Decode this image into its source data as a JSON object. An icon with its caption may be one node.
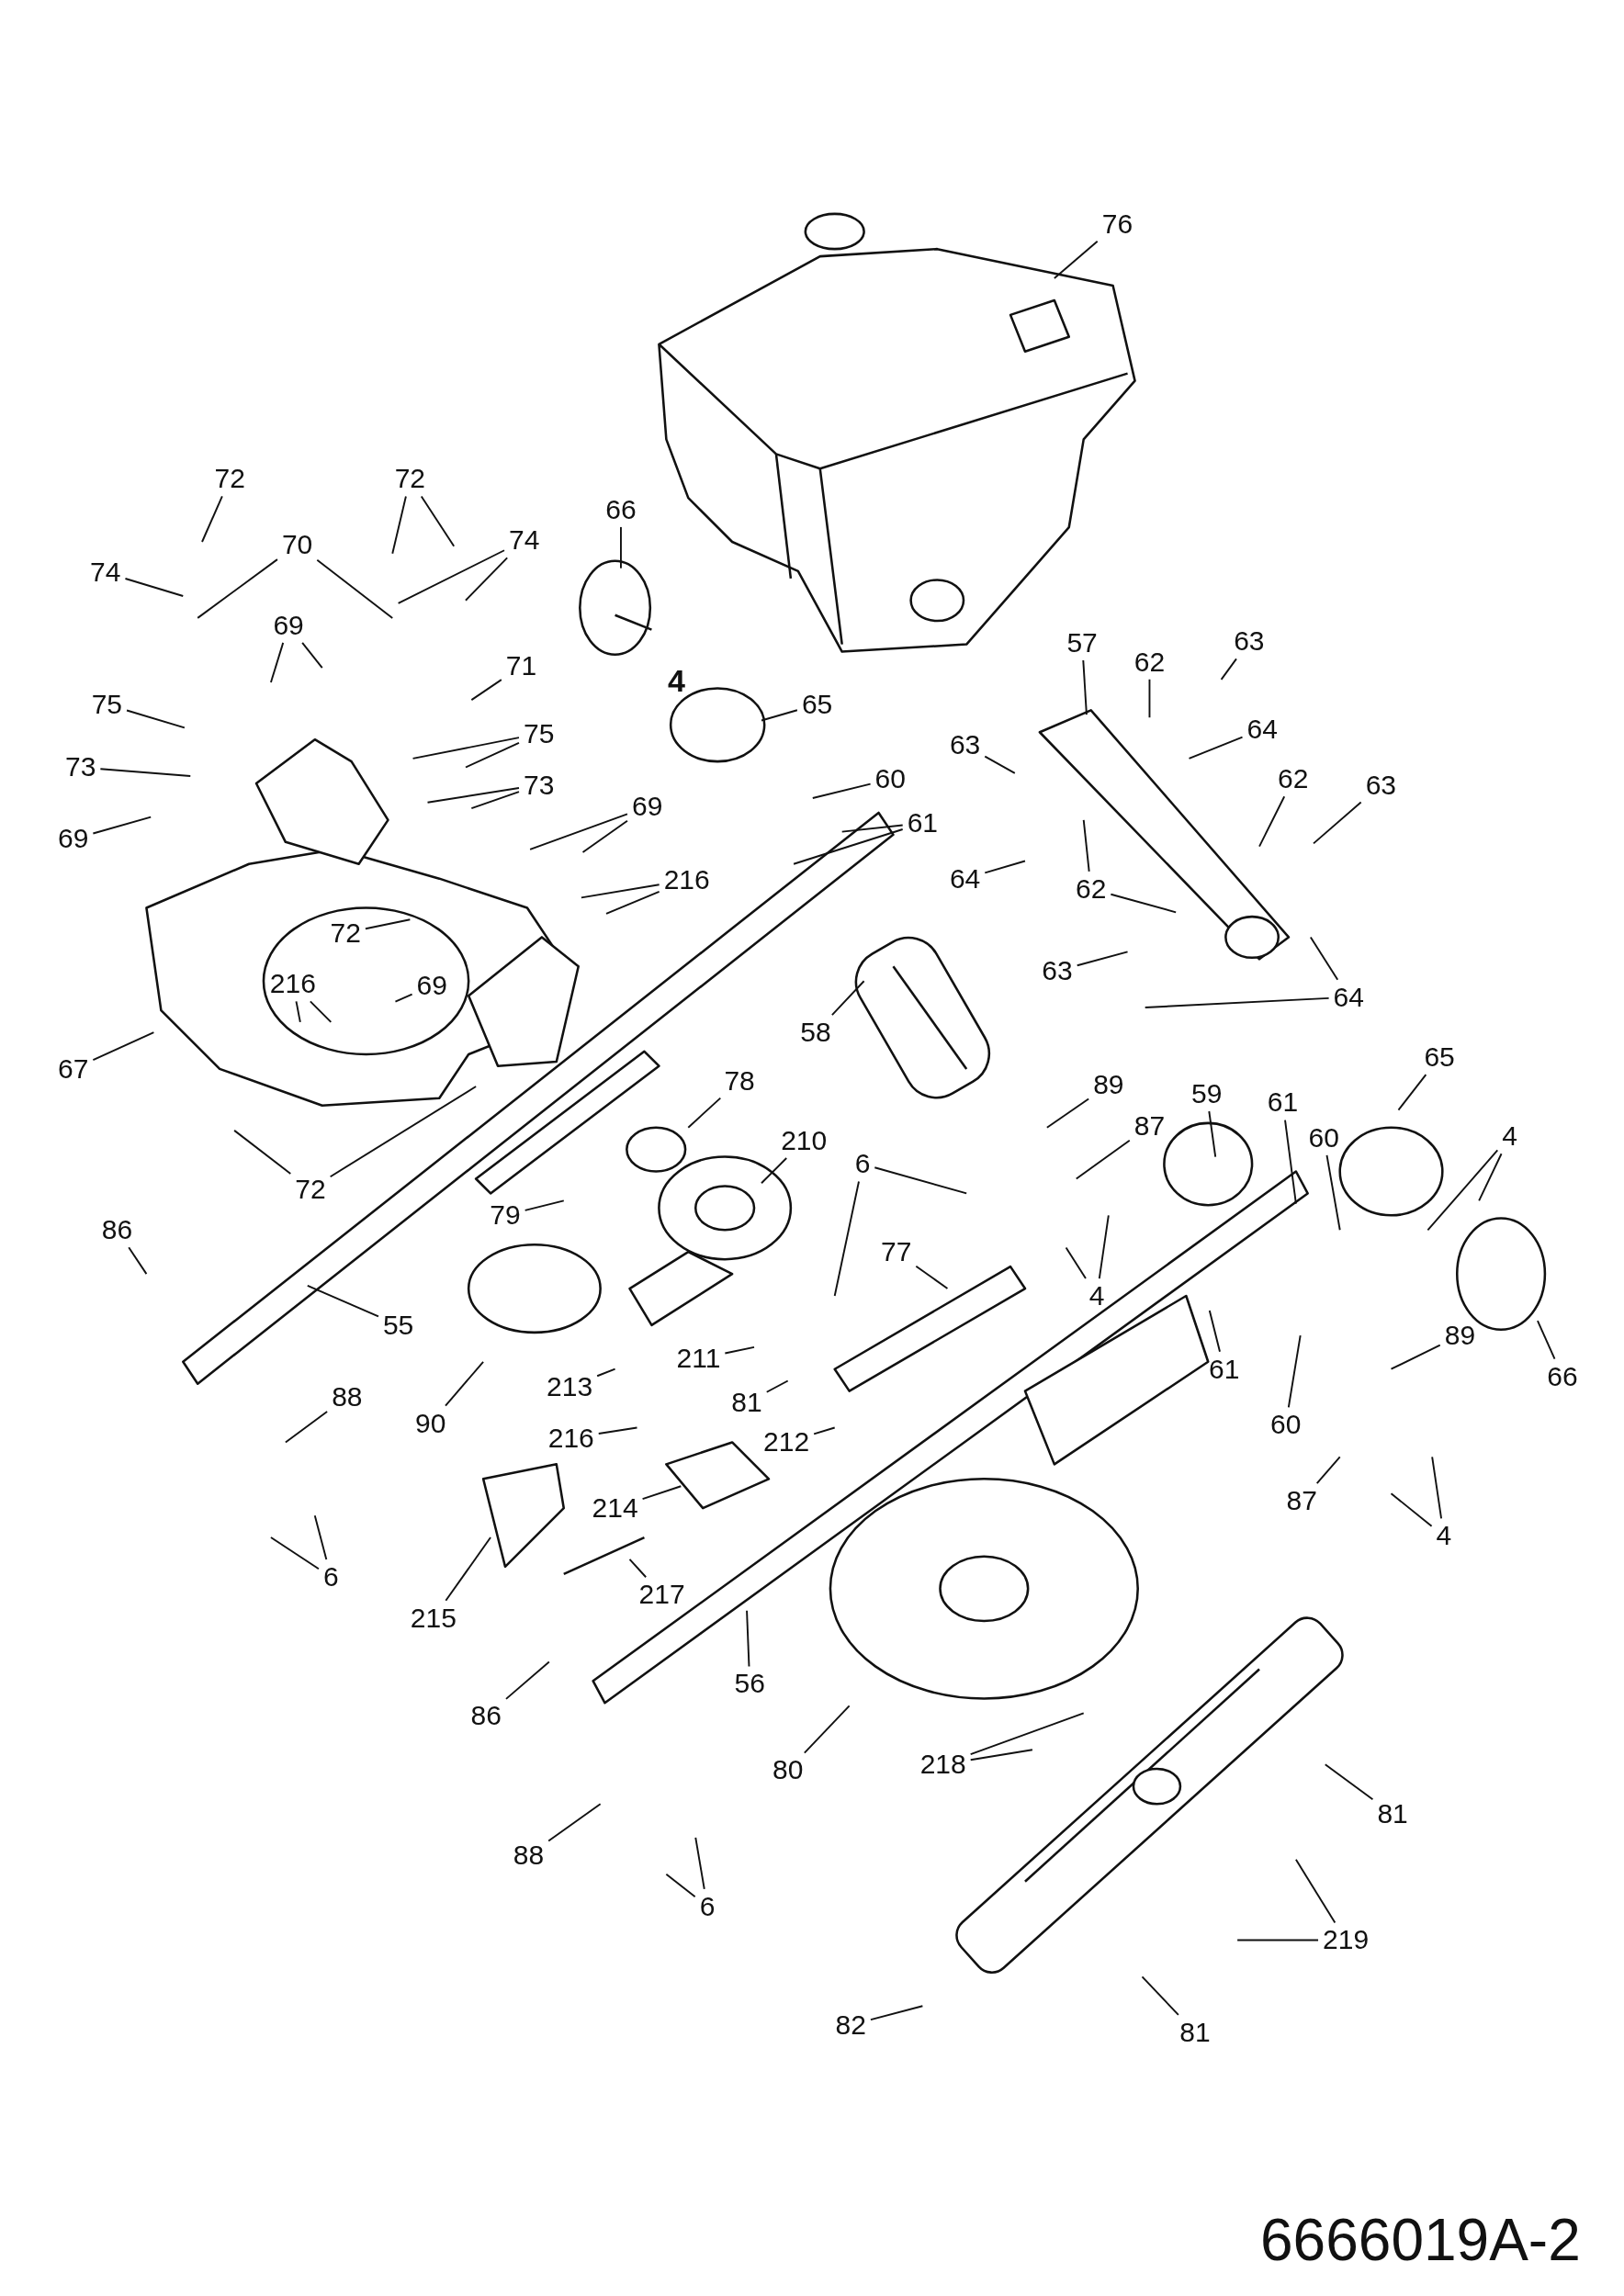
{
  "diagram": {
    "nodes": [
      {
        "text": [
          "76"
        ]
      },
      {
        "text": [
          "72"
        ]
      },
      {
        "text": [
          "72"
        ]
      },
      {
        "text": [
          "66"
        ]
      },
      {
        "text": [
          "70"
        ]
      },
      {
        "text": [
          "74"
        ]
      },
      {
        "text": [
          "74"
        ]
      },
      {
        "text": [
          "69"
        ]
      },
      {
        "text": [
          "71"
        ]
      },
      {
        "text": [
          "57"
        ]
      },
      {
        "text": [
          "63"
        ]
      },
      {
        "text": [
          "62"
        ]
      },
      {
        "text": [
          "75"
        ]
      },
      {
        "text": [
          "65"
        ]
      },
      {
        "text": [
          "75"
        ]
      },
      {
        "text": [
          "64"
        ]
      },
      {
        "text": [
          "63"
        ]
      },
      {
        "text": [
          "73"
        ]
      },
      {
        "text": [
          "60"
        ]
      },
      {
        "text": [
          "62"
        ]
      },
      {
        "text": [
          "63"
        ]
      },
      {
        "text": [
          "73"
        ]
      },
      {
        "text": [
          "69"
        ]
      },
      {
        "text": [
          "61"
        ]
      },
      {
        "text": [
          "69"
        ]
      },
      {
        "text": [
          "216"
        ]
      },
      {
        "text": [
          "64"
        ]
      },
      {
        "text": [
          "62"
        ]
      },
      {
        "text": [
          "72"
        ]
      },
      {
        "text": [
          "63"
        ]
      },
      {
        "text": [
          "216"
        ]
      },
      {
        "text": [
          "69"
        ]
      },
      {
        "text": [
          "64"
        ]
      },
      {
        "text": [
          "58"
        ]
      },
      {
        "text": [
          "67"
        ]
      },
      {
        "text": [
          "65"
        ]
      },
      {
        "text": [
          "78"
        ]
      },
      {
        "text": [
          "89"
        ]
      },
      {
        "text": [
          "59"
        ]
      },
      {
        "text": [
          "61"
        ]
      },
      {
        "text": [
          "4"
        ]
      },
      {
        "text": [
          "87"
        ]
      },
      {
        "text": [
          "60"
        ]
      },
      {
        "text": [
          "210"
        ]
      },
      {
        "text": [
          "6"
        ]
      },
      {
        "text": [
          "72"
        ]
      },
      {
        "text": [
          "79"
        ]
      },
      {
        "text": [
          "86"
        ]
      },
      {
        "text": [
          "77"
        ]
      },
      {
        "text": [
          "4"
        ]
      },
      {
        "text": [
          "55"
        ]
      },
      {
        "text": [
          "89"
        ]
      },
      {
        "text": [
          "211"
        ]
      },
      {
        "text": [
          "61"
        ]
      },
      {
        "text": [
          "66"
        ]
      },
      {
        "text": [
          "213"
        ]
      },
      {
        "text": [
          "88"
        ]
      },
      {
        "text": [
          "81"
        ]
      },
      {
        "text": [
          "90"
        ]
      },
      {
        "text": [
          "60"
        ]
      },
      {
        "text": [
          "216"
        ]
      },
      {
        "text": [
          "212"
        ]
      },
      {
        "text": [
          "87"
        ]
      },
      {
        "text": [
          "214"
        ]
      },
      {
        "text": [
          "4"
        ]
      },
      {
        "text": [
          "6"
        ]
      },
      {
        "text": [
          "217"
        ]
      },
      {
        "text": [
          "215"
        ]
      },
      {
        "text": [
          "56"
        ]
      },
      {
        "text": [
          "86"
        ]
      },
      {
        "text": [
          "80"
        ]
      },
      {
        "text": [
          "218"
        ]
      },
      {
        "text": [
          "81"
        ]
      },
      {
        "text": [
          "88"
        ]
      },
      {
        "text": [
          "6"
        ]
      },
      {
        "text": [
          "219"
        ]
      },
      {
        "text": [
          "82"
        ]
      },
      {
        "text": [
          "81"
        ]
      }
    ],
    "edges": [
      {
        "from": 0,
        "to": null,
        "arrow": "none"
      },
      {
        "from": 1,
        "to": null,
        "arrow": "none"
      },
      {
        "from": 2,
        "to": null,
        "arrow": "none"
      },
      {
        "from": 2,
        "to": null,
        "arrow": "none"
      },
      {
        "from": 3,
        "to": null,
        "arrow": "none"
      },
      {
        "from": 4,
        "to": null,
        "arrow": "none"
      },
      {
        "from": 4,
        "to": null,
        "arrow": "none"
      },
      {
        "from": 5,
        "to": null,
        "arrow": "none"
      },
      {
        "from": 5,
        "to": null,
        "arrow": "none"
      },
      {
        "from": 6,
        "to": null,
        "arrow": "none"
      },
      {
        "from": 7,
        "to": null,
        "arrow": "none"
      },
      {
        "from": 7,
        "to": null,
        "arrow": "none"
      },
      {
        "from": 8,
        "to": null,
        "arrow": "none"
      },
      {
        "from": 9,
        "to": null,
        "arrow": "none"
      },
      {
        "from": 10,
        "to": null,
        "arrow": "none"
      },
      {
        "from": 11,
        "to": null,
        "arrow": "none"
      },
      {
        "from": 12,
        "to": null,
        "arrow": "none"
      },
      {
        "from": 13,
        "to": null,
        "arrow": "none"
      },
      {
        "from": 14,
        "to": null,
        "arrow": "none"
      },
      {
        "from": 14,
        "to": null,
        "arrow": "none"
      },
      {
        "from": 15,
        "to": null,
        "arrow": "none"
      },
      {
        "from": 16,
        "to": null,
        "arrow": "none"
      },
      {
        "from": 17,
        "to": null,
        "arrow": "none"
      },
      {
        "from": 18,
        "to": null,
        "arrow": "none"
      },
      {
        "from": 19,
        "to": null,
        "arrow": "none"
      },
      {
        "from": 20,
        "to": null,
        "arrow": "none"
      },
      {
        "from": 21,
        "to": null,
        "arrow": "none"
      },
      {
        "from": 21,
        "to": null,
        "arrow": "none"
      },
      {
        "from": 22,
        "to": null,
        "arrow": "none"
      },
      {
        "from": 22,
        "to": null,
        "arrow": "none"
      },
      {
        "from": 23,
        "to": null,
        "arrow": "none"
      },
      {
        "from": 23,
        "to": null,
        "arrow": "none"
      },
      {
        "from": 24,
        "to": null,
        "arrow": "none"
      },
      {
        "from": 25,
        "to": null,
        "arrow": "none"
      },
      {
        "from": 25,
        "to": null,
        "arrow": "none"
      },
      {
        "from": 26,
        "to": null,
        "arrow": "none"
      },
      {
        "from": 27,
        "to": null,
        "arrow": "none"
      },
      {
        "from": 27,
        "to": null,
        "arrow": "none"
      },
      {
        "from": 28,
        "to": null,
        "arrow": "none"
      },
      {
        "from": 29,
        "to": null,
        "arrow": "none"
      },
      {
        "from": 30,
        "to": null,
        "arrow": "none"
      },
      {
        "from": 30,
        "to": null,
        "arrow": "none"
      },
      {
        "from": 31,
        "to": null,
        "arrow": "none"
      },
      {
        "from": 32,
        "to": null,
        "arrow": "none"
      },
      {
        "from": 32,
        "to": null,
        "arrow": "none"
      },
      {
        "from": 33,
        "to": null,
        "arrow": "none"
      },
      {
        "from": 34,
        "to": null,
        "arrow": "none"
      },
      {
        "from": 35,
        "to": null,
        "arrow": "none"
      },
      {
        "from": 36,
        "to": null,
        "arrow": "none"
      },
      {
        "from": 37,
        "to": null,
        "arrow": "none"
      },
      {
        "from": 38,
        "to": null,
        "arrow": "none"
      },
      {
        "from": 39,
        "to": null,
        "arrow": "none"
      },
      {
        "from": 40,
        "to": null,
        "arrow": "none"
      },
      {
        "from": 40,
        "to": null,
        "arrow": "none"
      },
      {
        "from": 41,
        "to": null,
        "arrow": "none"
      },
      {
        "from": 42,
        "to": null,
        "arrow": "none"
      },
      {
        "from": 43,
        "to": null,
        "arrow": "none"
      },
      {
        "from": 44,
        "to": null,
        "arrow": "none"
      },
      {
        "from": 44,
        "to": null,
        "arrow": "none"
      },
      {
        "from": 45,
        "to": null,
        "arrow": "none"
      },
      {
        "from": 45,
        "to": null,
        "arrow": "none"
      },
      {
        "from": 46,
        "to": null,
        "arrow": "none"
      },
      {
        "from": 47,
        "to": null,
        "arrow": "none"
      },
      {
        "from": 48,
        "to": null,
        "arrow": "none"
      },
      {
        "from": 49,
        "to": null,
        "arrow": "none"
      },
      {
        "from": 49,
        "to": null,
        "arrow": "none"
      },
      {
        "from": 50,
        "to": null,
        "arrow": "none"
      },
      {
        "from": 51,
        "to": null,
        "arrow": "none"
      },
      {
        "from": 52,
        "to": null,
        "arrow": "none"
      },
      {
        "from": 53,
        "to": null,
        "arrow": "none"
      },
      {
        "from": 54,
        "to": null,
        "arrow": "none"
      },
      {
        "from": 55,
        "to": null,
        "arrow": "none"
      },
      {
        "from": 56,
        "to": null,
        "arrow": "none"
      },
      {
        "from": 57,
        "to": null,
        "arrow": "none"
      },
      {
        "from": 58,
        "to": null,
        "arrow": "none"
      },
      {
        "from": 59,
        "to": null,
        "arrow": "none"
      },
      {
        "from": 60,
        "to": null,
        "arrow": "none"
      },
      {
        "from": 61,
        "to": null,
        "arrow": "none"
      },
      {
        "from": 62,
        "to": null,
        "arrow": "none"
      },
      {
        "from": 63,
        "to": null,
        "arrow": "none"
      },
      {
        "from": 64,
        "to": null,
        "arrow": "none"
      },
      {
        "from": 64,
        "to": null,
        "arrow": "none"
      },
      {
        "from": 65,
        "to": null,
        "arrow": "none"
      },
      {
        "from": 65,
        "to": null,
        "arrow": "none"
      },
      {
        "from": 66,
        "to": null,
        "arrow": "none"
      },
      {
        "from": 67,
        "to": null,
        "arrow": "none"
      },
      {
        "from": 68,
        "to": null,
        "arrow": "none"
      },
      {
        "from": 69,
        "to": null,
        "arrow": "none"
      },
      {
        "from": 70,
        "to": null,
        "arrow": "none"
      },
      {
        "from": 71,
        "to": null,
        "arrow": "none"
      },
      {
        "from": 71,
        "to": null,
        "arrow": "none"
      },
      {
        "from": 72,
        "to": null,
        "arrow": "none"
      },
      {
        "from": 73,
        "to": null,
        "arrow": "none"
      },
      {
        "from": 74,
        "to": null,
        "arrow": "none"
      },
      {
        "from": 74,
        "to": null,
        "arrow": "none"
      },
      {
        "from": 75,
        "to": null,
        "arrow": "none"
      },
      {
        "from": 75,
        "to": null,
        "arrow": "none"
      },
      {
        "from": 76,
        "to": null,
        "arrow": "none"
      },
      {
        "from": 77,
        "to": null,
        "arrow": "none"
      }
    ],
    "labels": [
      "4",
      "6666019A-2"
    ]
  }
}
